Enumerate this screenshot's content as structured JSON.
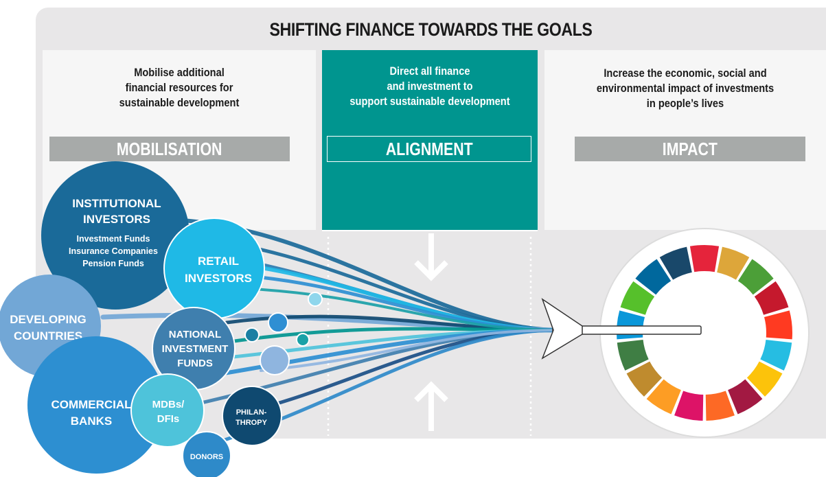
{
  "title": "SHIFTING FINANCE TOWARDS THE GOALS",
  "columns": {
    "mobilisation": {
      "text_lines": [
        "Mobilise additional",
        "financial resources for",
        "sustainable development"
      ],
      "label": "MOBILISATION"
    },
    "alignment": {
      "text_lines": [
        "Direct all finance",
        "and investment to",
        "support sustainable development"
      ],
      "label": "ALIGNMENT"
    },
    "impact": {
      "text_lines": [
        "Increase the economic, social and",
        "environmental impact of investments",
        "in people’s lives"
      ],
      "label": "IMPACT"
    }
  },
  "sources": {
    "institutional": {
      "title_lines": [
        "INSTITUTIONAL",
        "INVESTORS"
      ],
      "sub_lines": [
        "Investment Funds",
        "Insurance Companies",
        "Pension Funds"
      ]
    },
    "retail": {
      "lines": [
        "RETAIL",
        "INVESTORS"
      ]
    },
    "developing": {
      "lines": [
        "DEVELOPING",
        "COUNTRIES"
      ]
    },
    "national": {
      "lines": [
        "NATIONAL",
        "INVESTMENT",
        "FUNDS"
      ]
    },
    "commercial": {
      "lines": [
        "COMMERCIAL",
        "BANKS"
      ]
    },
    "mdbs": {
      "lines": [
        "MDBs/",
        "DFIs"
      ]
    },
    "philanthropy": {
      "lines": [
        "PHILAN-",
        "THROPY"
      ]
    },
    "donors": {
      "lines": [
        "DONORS"
      ]
    }
  },
  "colors": {
    "frame": "#e8e7e8",
    "panel": "#f6f6f6",
    "alignment_teal": "#00958f",
    "label_grey": "#a7aaa9",
    "sdg_wheel": [
      "#e5243b",
      "#dda63a",
      "#4c9f38",
      "#c5192d",
      "#ff3a21",
      "#26bde2",
      "#fcc30b",
      "#a21942",
      "#fd6925",
      "#dd1367",
      "#fd9d24",
      "#bf8b2e",
      "#3f7e44",
      "#0a97d9",
      "#56c02b",
      "#00689d",
      "#19486a"
    ]
  }
}
